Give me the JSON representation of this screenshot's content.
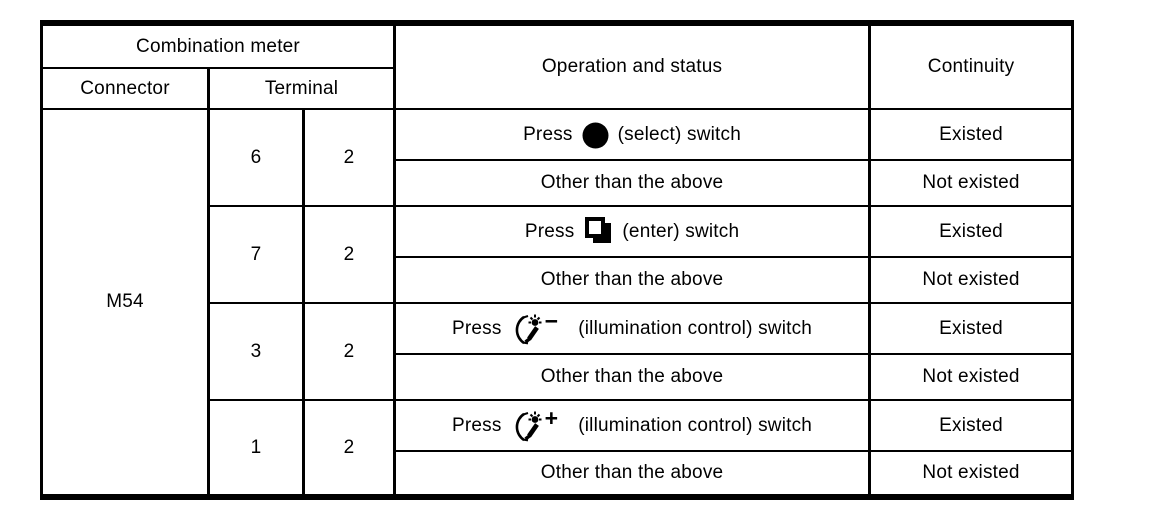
{
  "table": {
    "header": {
      "combination_meter": "Combination meter",
      "connector": "Connector",
      "terminal": "Terminal",
      "operation": "Operation and status",
      "continuity": "Continuity"
    },
    "connector_value": "M54",
    "groups": [
      {
        "id": "select",
        "terminal_left": "6",
        "terminal_right": "2",
        "press_prefix": "Press",
        "icon": "select-switch-icon",
        "press_suffix": "(select) switch",
        "press_continuity": "Existed",
        "other_label": "Other than the above",
        "other_continuity": "Not existed"
      },
      {
        "id": "enter",
        "terminal_left": "7",
        "terminal_right": "2",
        "press_prefix": "Press",
        "icon": "enter-switch-icon",
        "press_suffix": "(enter) switch",
        "press_continuity": "Existed",
        "other_label": "Other than the above",
        "other_continuity": "Not existed"
      },
      {
        "id": "illumination-minus",
        "terminal_left": "3",
        "terminal_right": "2",
        "press_prefix": "Press",
        "icon": "illumination-control-icon",
        "sign": "−",
        "press_suffix": "(illumination control) switch",
        "press_continuity": "Existed",
        "other_label": "Other than the above",
        "other_continuity": "Not existed"
      },
      {
        "id": "illumination-plus",
        "terminal_left": "1",
        "terminal_right": "2",
        "press_prefix": "Press",
        "icon": "illumination-control-icon",
        "sign": "+",
        "press_suffix": "(illumination control) switch",
        "press_continuity": "Existed",
        "other_label": "Other than the above",
        "other_continuity": "Not existed"
      }
    ],
    "colors": {
      "border": "#000000",
      "background": "#ffffff",
      "text": "#000000"
    }
  }
}
